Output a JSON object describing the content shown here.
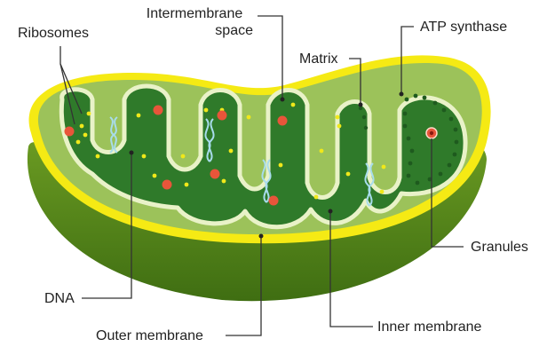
{
  "labels": {
    "ribosomes": "Ribosomes",
    "intermembrane_line1": "Intermembrane",
    "intermembrane_line2": "space",
    "matrix": "Matrix",
    "atp_synthase": "ATP synthase",
    "granules": "Granules",
    "dna": "DNA",
    "outer_membrane": "Outer membrane",
    "inner_membrane": "Inner membrane"
  },
  "colors": {
    "outer_membrane": "#f5ea14",
    "outer_body": "#5d8f1c",
    "intermembrane_space": "#9cc25a",
    "matrix": "#2f7a2a",
    "inner_membrane_edge": "#e9f2c8",
    "ribosome": "#f0e81a",
    "granule": "#e8553a",
    "dna": "#a8dcec",
    "atp_synthase": "#1e5a1e",
    "leader_line": "#333333"
  }
}
